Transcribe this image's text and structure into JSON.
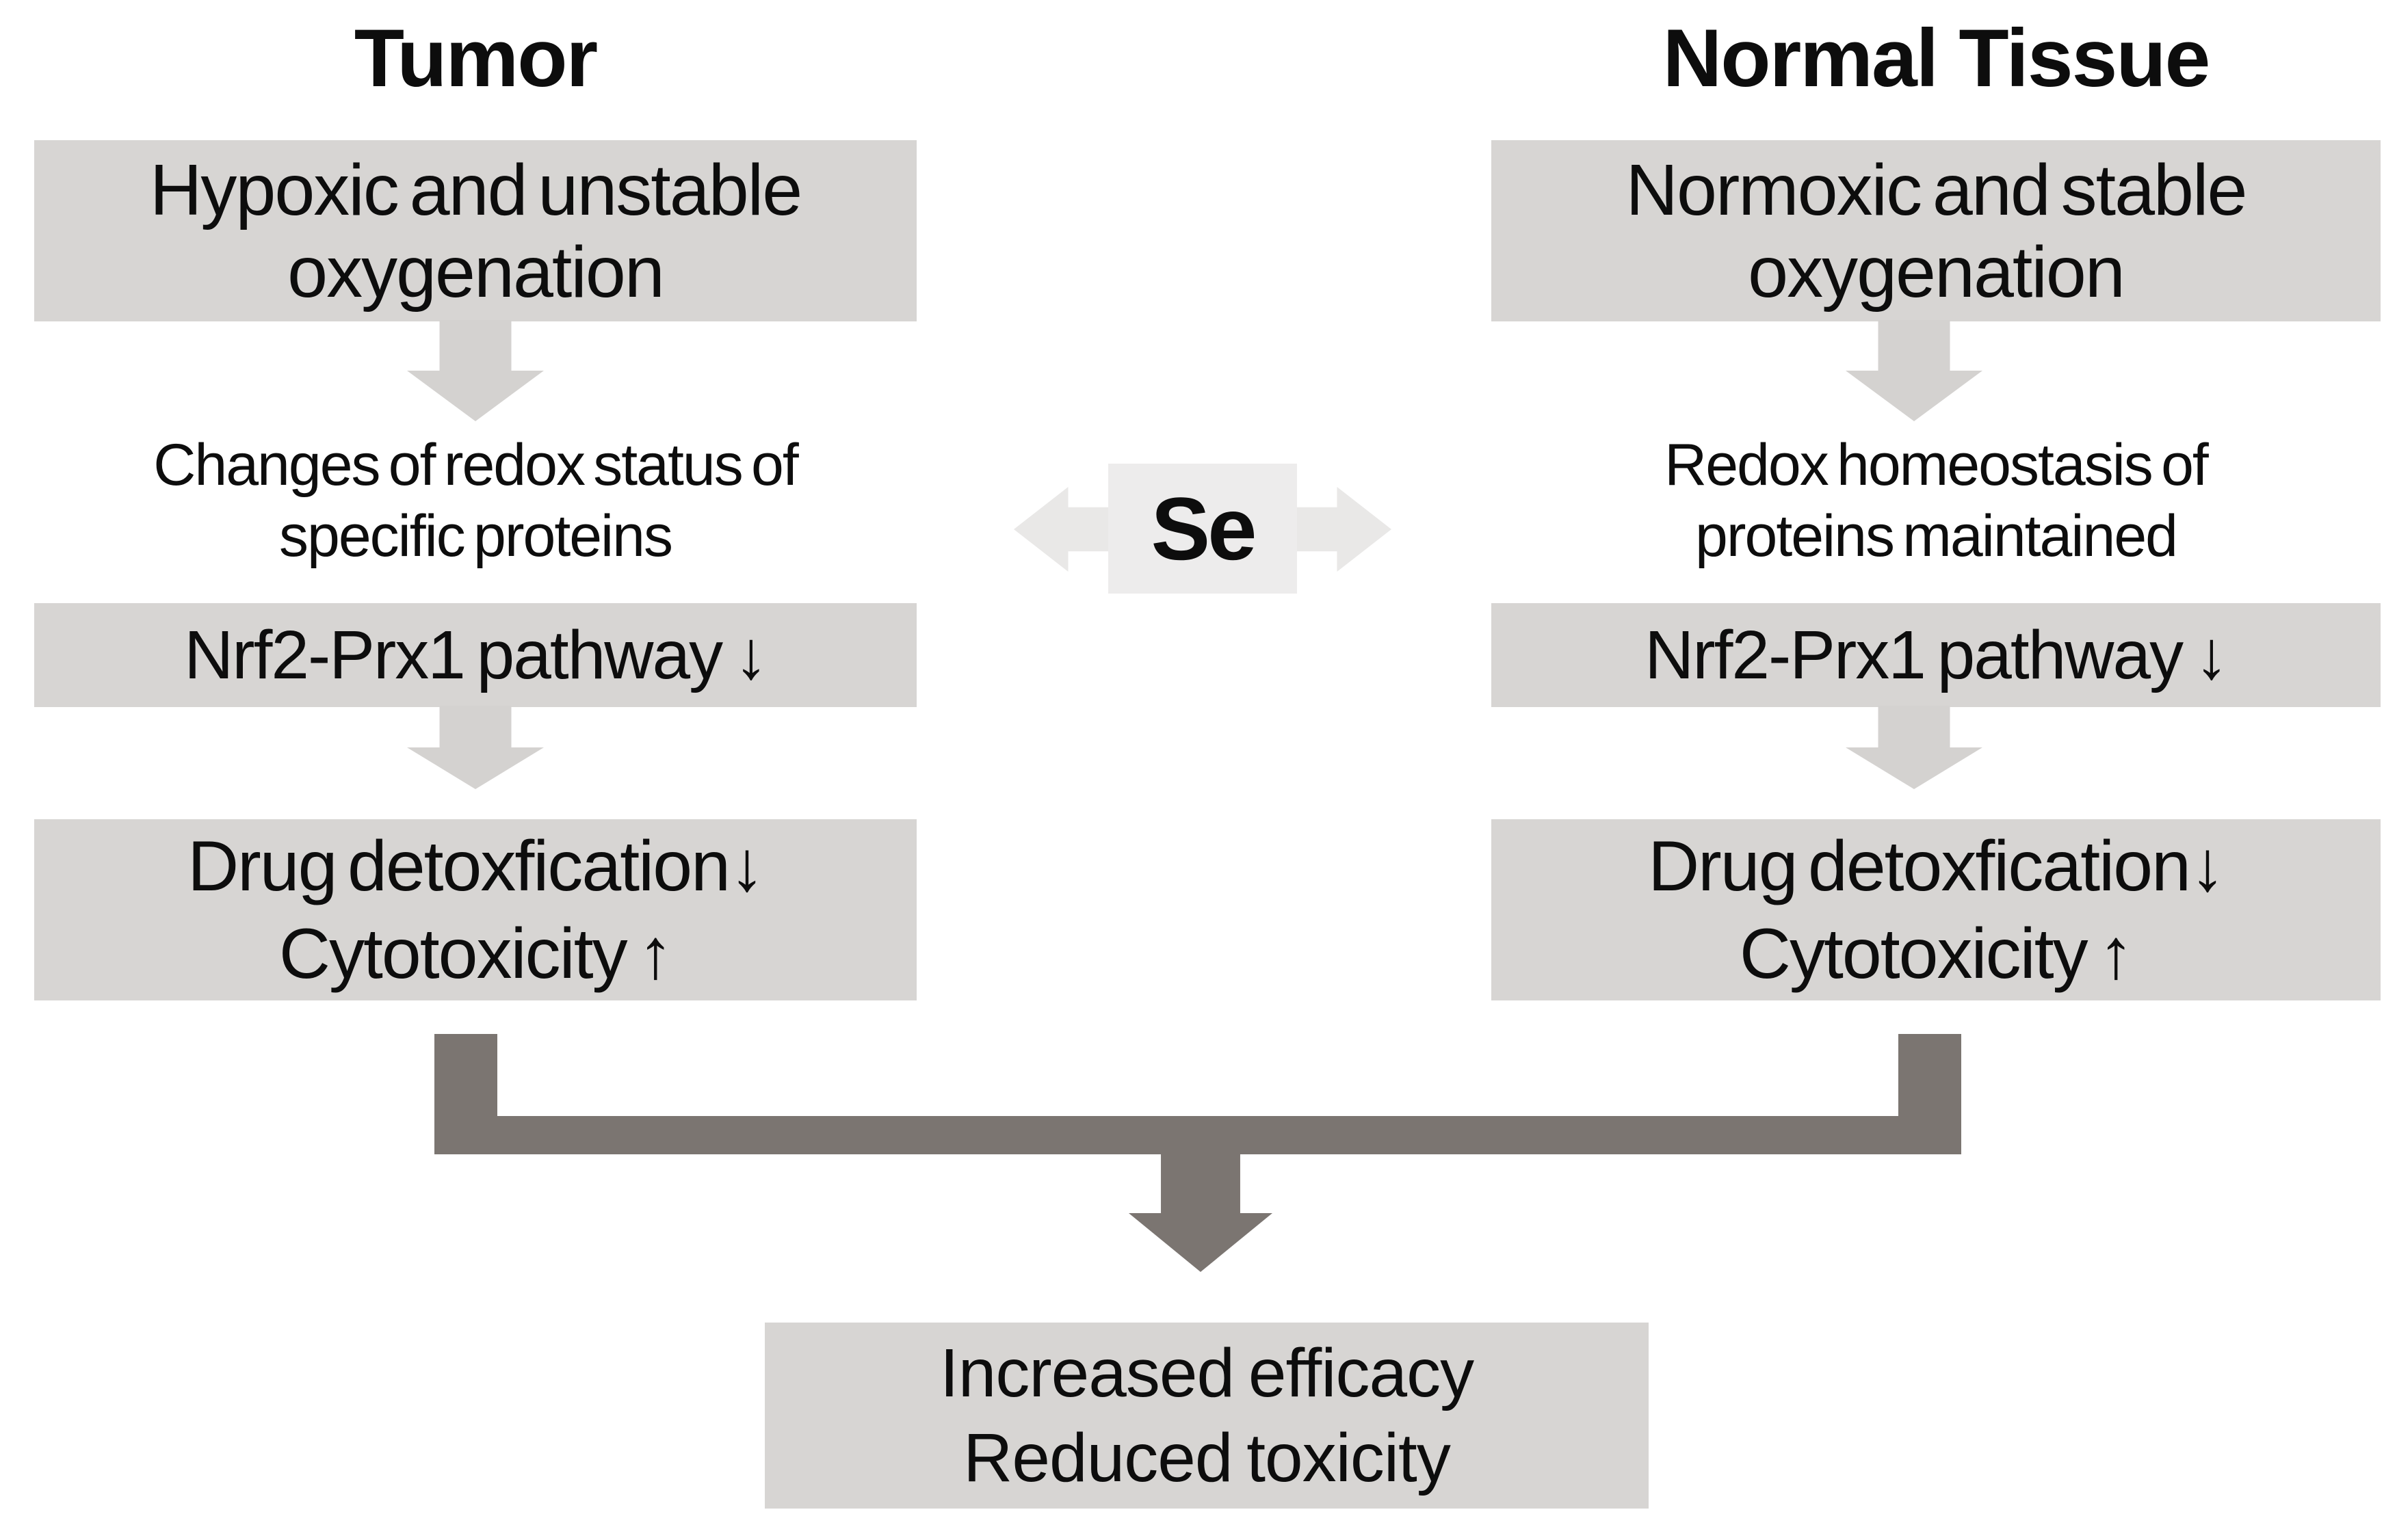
{
  "figure": {
    "left": {
      "title": "Tumor",
      "box1_line1": "Hypoxic and unstable",
      "box1_line2": "oxygenation",
      "note_line1": "Changes of redox status of",
      "note_line2": "specific proteins",
      "pathway_box": "Nrf2-Prx1 pathway ↓",
      "effect_line1": "Drug detoxfication↓",
      "effect_line2": "Cytotoxicity ↑"
    },
    "right": {
      "title": "Normal Tissue",
      "box1_line1": "Normoxic and stable",
      "box1_line2": "oxygenation",
      "note_line1": "Redox homeostasis of",
      "note_line2": "proteins maintained",
      "pathway_box": "Nrf2-Prx1 pathway ↓",
      "effect_line1": "Drug detoxfication↓",
      "effect_line2": "Cytotoxicity ↑"
    },
    "center": {
      "element_label": "Se"
    },
    "outcome": {
      "line1": "Increased efficacy",
      "line2": "Reduced toxicity"
    },
    "colors": {
      "box_fill": "#d7d5d3",
      "se_fill": "#edecec",
      "se_arrow": "#e9e8e7",
      "light_arrow": "#d4d2d0",
      "dark_arrow": "#7b7571",
      "text_color": "#0d0d0d",
      "bg": "#ffffff"
    }
  }
}
